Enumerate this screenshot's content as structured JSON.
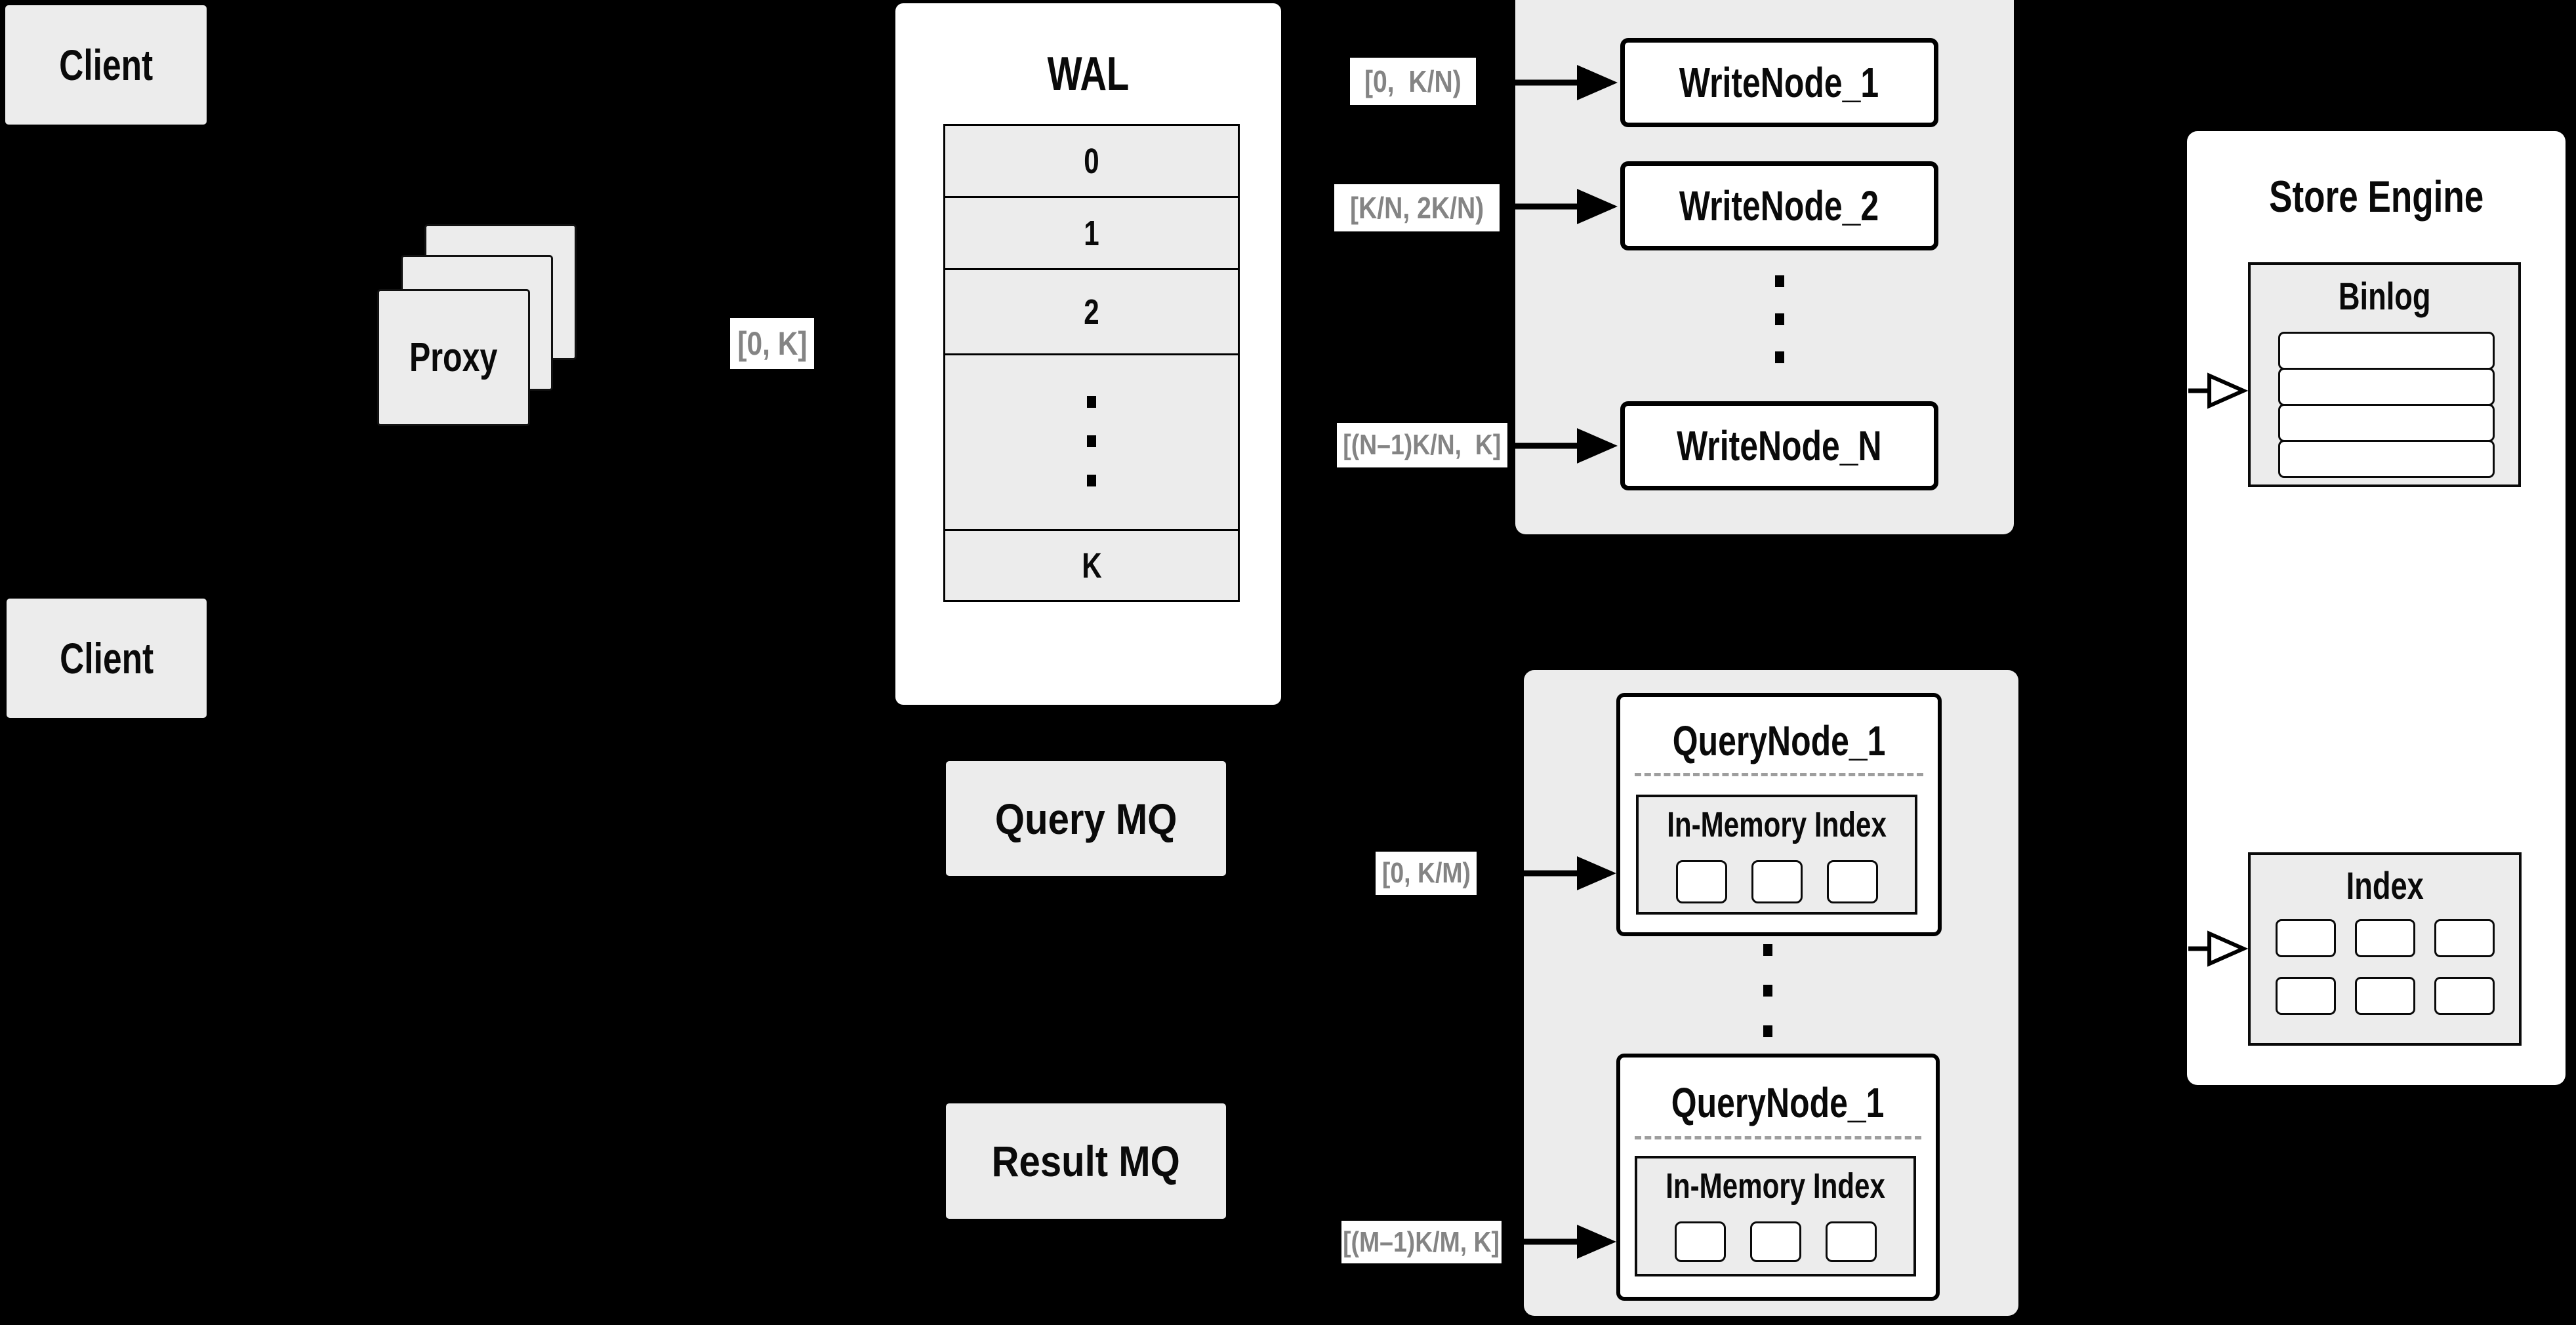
{
  "colors": {
    "background": "#000000",
    "box_fill": "#ececec",
    "node_fill": "#ffffff",
    "range_label_text": "#848484",
    "line": "#000000"
  },
  "clients": {
    "top": "Client",
    "bottom": "Client"
  },
  "proxy": {
    "label": "Proxy"
  },
  "labels": {
    "proxy_out": "[0, K]",
    "write_ranges": [
      "[0,  K/N)",
      "[K/N, 2K/N)",
      "[(N–1)K/N,  K]"
    ],
    "query_ranges": [
      "[0, K/M)",
      "[(M–1)K/M, K]"
    ]
  },
  "wal": {
    "title": "WAL",
    "rows": [
      "0",
      "1",
      "2"
    ],
    "last_row": "K"
  },
  "write_nodes": [
    "WriteNode_1",
    "WriteNode_2",
    "WriteNode_N"
  ],
  "store_engine": {
    "title": "Store Engine",
    "binlog_title": "Binlog",
    "index_title": "Index"
  },
  "mq": {
    "query": "Query MQ",
    "result": "Result MQ"
  },
  "query_nodes": {
    "top_title": "QueryNode_1",
    "bottom_title": "QueryNode_1",
    "inner_title": "In-Memory Index"
  }
}
